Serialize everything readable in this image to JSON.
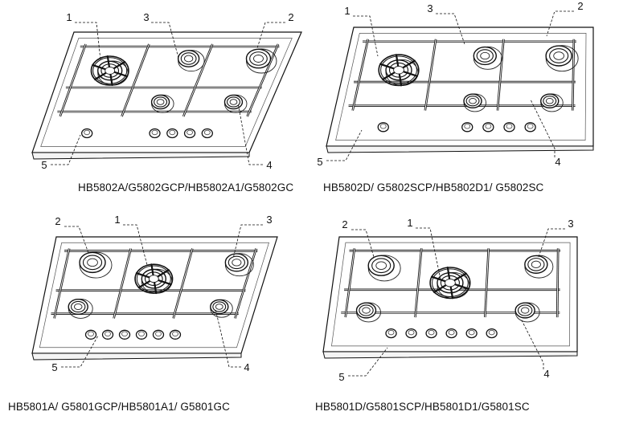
{
  "panels": [
    {
      "caption": "HB5802A/G5802GCP/HB5802A1/G5802GC",
      "callouts": [
        "1",
        "2",
        "3",
        "4",
        "5"
      ]
    },
    {
      "caption": "HB5802D/ G5802SCP/HB5802D1/ G5802SC",
      "callouts": [
        "1",
        "2",
        "3",
        "4",
        "5"
      ]
    },
    {
      "caption": "HB5801A/ G5801GCP/HB5801A1/ G5801GC",
      "callouts": [
        "1",
        "2",
        "3",
        "4",
        "5"
      ]
    },
    {
      "caption": "HB5801D/G5801SCP/HB5801D1/G5801SC",
      "callouts": [
        "1",
        "2",
        "3",
        "4",
        "5"
      ]
    }
  ]
}
